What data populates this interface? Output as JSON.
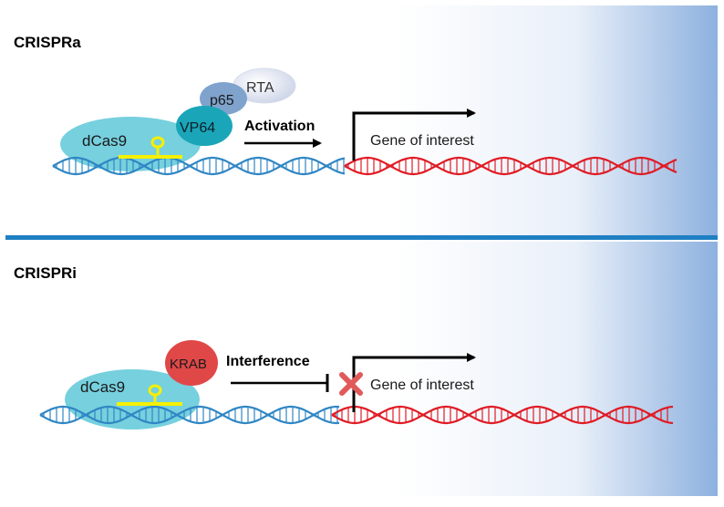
{
  "panels": {
    "top": {
      "title": "CRISPRa"
    },
    "bottom": {
      "title": "CRISPRi"
    }
  },
  "labels": {
    "dcas9": "dCas9",
    "vp64": "VP64",
    "p65": "p65",
    "rta": "RTA",
    "krab": "KRAB",
    "activation": "Activation",
    "interference": "Interference",
    "gene_top": "Gene of interest",
    "gene_bottom": "Gene of interest"
  },
  "colors": {
    "dna_blue": "#2f86c4",
    "dna_red": "#e01b24",
    "dcas9": "#5ec8d8",
    "vp64": "#1aa6b8",
    "p65": "#7fa3cc",
    "rta": "#e4e8f2",
    "krab": "#e04848",
    "guide": "#f5f000",
    "divider": "#1f7fc3",
    "block_x": "#e05a5a"
  }
}
